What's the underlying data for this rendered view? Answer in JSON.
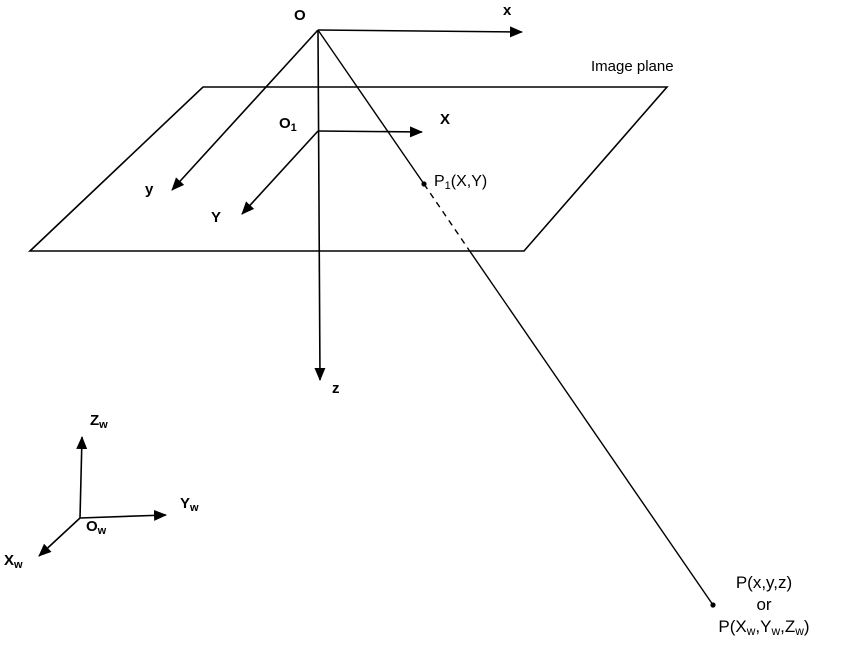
{
  "diagram": {
    "background": "#ffffff",
    "line_color": "#000000",
    "labels": {
      "camera_origin": "O",
      "camera_x_axis": "x",
      "camera_y_axis": "y",
      "camera_z_axis": "z",
      "image_plane": "Image plane",
      "image_origin": {
        "main": "O",
        "sub": "1"
      },
      "image_X_axis": "X",
      "image_Y_axis": "Y",
      "p1": {
        "main": "P",
        "sub": "1",
        "suffix": "(X,Y)"
      },
      "p_cartesian": "P(x,y,z)",
      "p_or": "or",
      "p_world": {
        "p1": "P(X",
        "s1": "w",
        "p2": ",Y",
        "s2": "w",
        "p3": ",Z",
        "s3": "w",
        "p4": ")"
      },
      "world_origin": {
        "main": "O",
        "sub": "w"
      },
      "world_x_axis": {
        "main": "X",
        "sub": "w"
      },
      "world_y_axis": {
        "main": "Y",
        "sub": "w"
      },
      "world_z_axis": {
        "main": "Z",
        "sub": "w"
      }
    }
  }
}
